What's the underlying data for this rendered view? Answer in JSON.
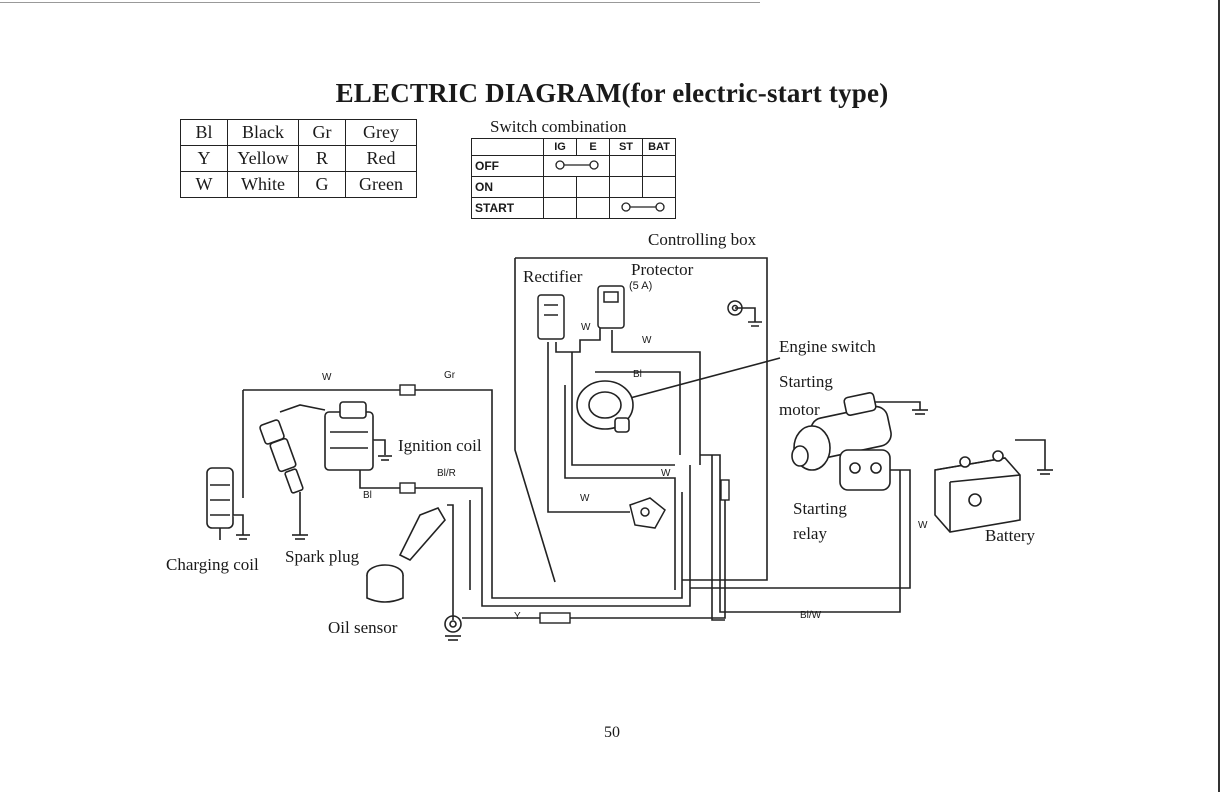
{
  "title": "ELECTRIC DIAGRAM(for electric-start type)",
  "color_legend": [
    {
      "code": "Bl",
      "name": "Black",
      "code2": "Gr",
      "name2": "Grey"
    },
    {
      "code": "Y",
      "name": "Yellow",
      "code2": "R",
      "name2": "Red"
    },
    {
      "code": "W",
      "name": "White",
      "code2": "G",
      "name2": "Green"
    }
  ],
  "switch_combination": {
    "caption": "Switch combination",
    "columns": [
      "IG",
      "E",
      "ST",
      "BAT"
    ],
    "rows": [
      "OFF",
      "ON",
      "START"
    ]
  },
  "components": {
    "controlling_box": "Controlling box",
    "rectifier": "Rectifier",
    "protector": "Protector",
    "protector_rating": "(5 A)",
    "engine_switch": "Engine switch",
    "starting_motor_1": "Starting",
    "starting_motor_2": "motor",
    "ignition_coil": "Ignition coil",
    "starting_relay_1": "Starting",
    "starting_relay_2": "relay",
    "battery": "Battery",
    "charging_coil": "Charging coil",
    "spark_plug": "Spark plug",
    "oil_sensor": "Oil sensor"
  },
  "wire_labels": {
    "w_top_left": "W",
    "gr_top": "Gr",
    "w_rectifier": "W",
    "w_protector": "W",
    "bl_switch": "Bl",
    "bl_r": "Bl/R",
    "bl_lower": "Bl",
    "w_relay_up": "W",
    "w_center": "W",
    "y_bottom": "Y",
    "bl_w": "Bl/W",
    "w_battery": "W"
  },
  "page_number": "50"
}
